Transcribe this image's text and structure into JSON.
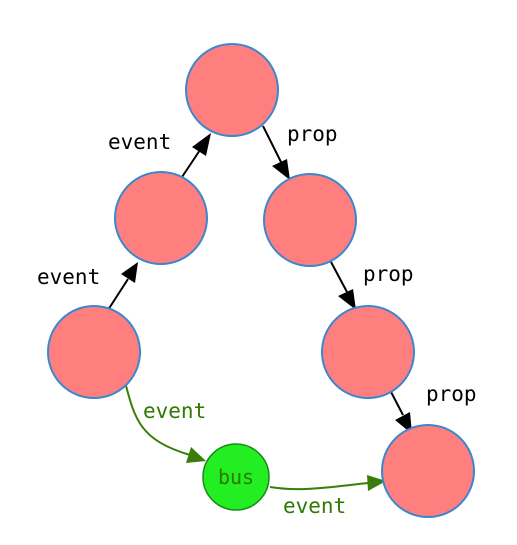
{
  "colors": {
    "node_fill": "#ff7f7f",
    "node_stroke": "#3a86cf",
    "bus_fill": "#22ee22",
    "bus_stroke": "#1a8a1a",
    "bus_text": "#2a7a00",
    "black_arrow": "#000000",
    "green_arrow": "#3a7d0a",
    "black_label": "#000000",
    "green_label": "#2f7a00"
  },
  "labels": {
    "event_top": "event",
    "event_mid": "event",
    "prop_top": "prop",
    "prop_mid": "prop",
    "prop_bottom": "prop",
    "event_green_left": "event",
    "event_green_bottom": "event",
    "bus": "bus"
  }
}
